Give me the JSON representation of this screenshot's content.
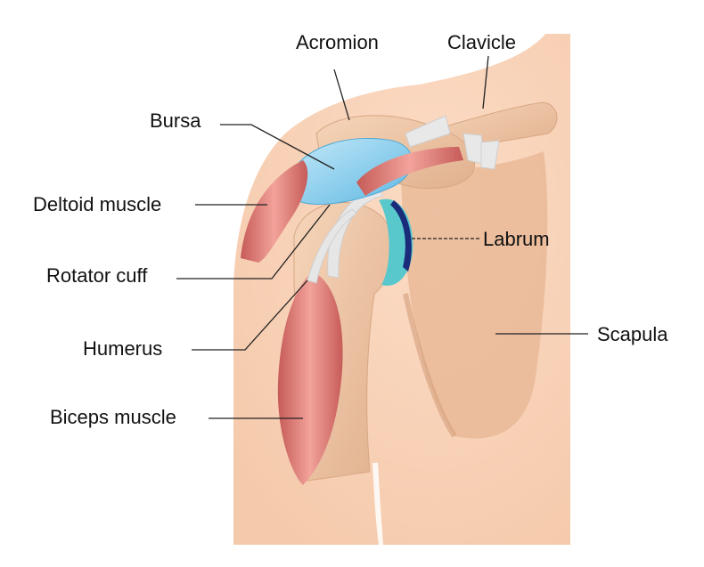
{
  "diagram": {
    "colors": {
      "skin": "#f9d6bd",
      "skin_shadow": "#f2c4a6",
      "bone": "#efc6a4",
      "bone_shadow": "#d8a784",
      "muscle": "#d9706b",
      "muscle_light": "#f1a8a0",
      "bursa": "#7cc7ea",
      "bursa_light": "#b9e4f7",
      "labrum": "#1a2b7a",
      "labrum_rim": "#59c8cc",
      "tendon": "#e6e6e6",
      "leader": "#222222"
    },
    "labels": {
      "acromion": "Acromion",
      "clavicle": "Clavicle",
      "bursa": "Bursa",
      "deltoid": "Deltoid muscle",
      "labrum": "Labrum",
      "rotator_cuff": "Rotator cuff",
      "scapula": "Scapula",
      "humerus": "Humerus",
      "biceps": "Biceps muscle"
    }
  }
}
